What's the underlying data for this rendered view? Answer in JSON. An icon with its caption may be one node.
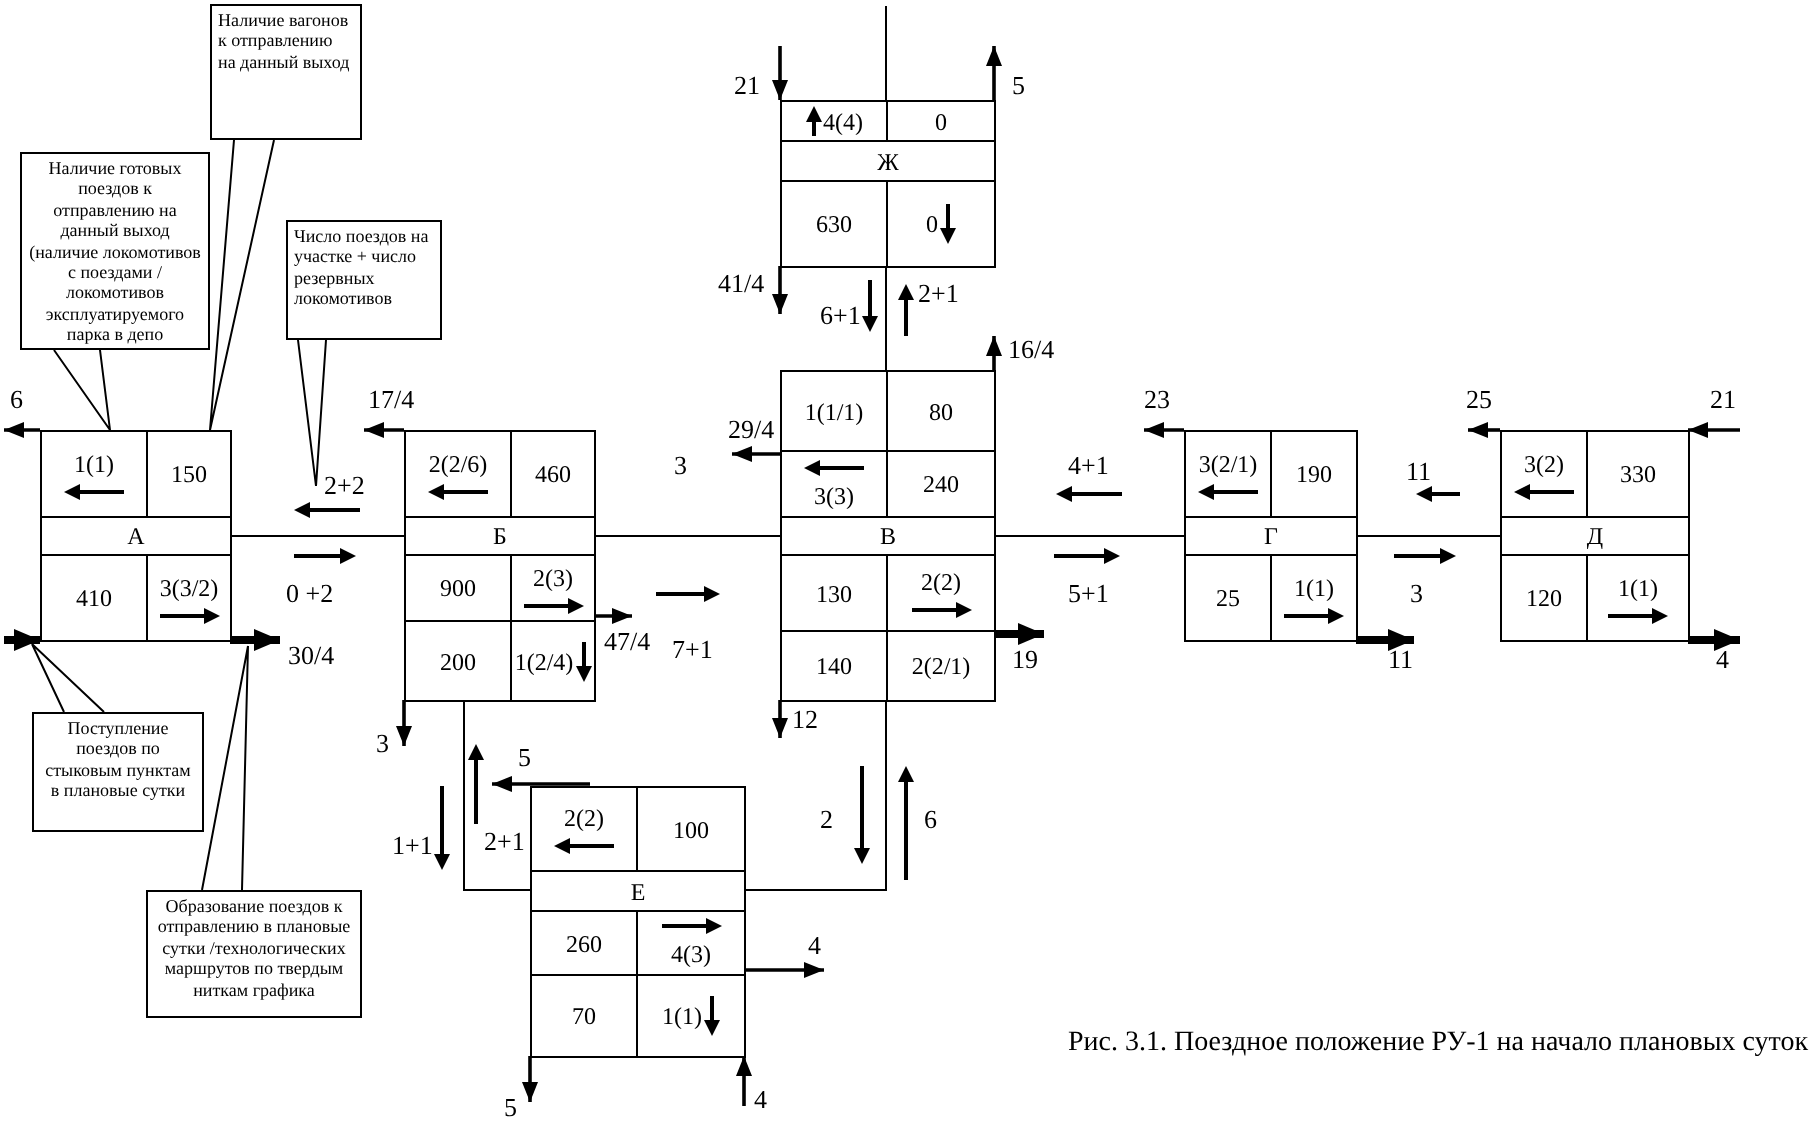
{
  "diagram": {
    "caption": "Рис. 3.1. Поездное положение РУ-1 на начало плановых суток",
    "nodes": [
      {
        "text": [
          "Наличие вагонов к отправлению на данный выход"
        ]
      },
      {
        "text": [
          "Ж"
        ]
      },
      {
        "text": [
          "4(4)"
        ],
        "in": 1
      },
      {
        "text": [
          "0"
        ],
        "in": 1
      },
      {
        "text": [
          "630"
        ],
        "in": 1
      },
      {
        "text": [
          "0"
        ],
        "in": 1
      },
      {
        "text": [
          "Наличие готовых поездов к отправлению на данный выход (наличие локомотивов с поездами / локомотивов эксплуатируемого парка в депо"
        ]
      },
      {
        "text": [
          "Число поездов на участке + число резервных локомотивов"
        ]
      },
      {
        "text": [
          "А"
        ]
      },
      {
        "text": [
          "1(1)"
        ],
        "in": 8
      },
      {
        "text": [
          "150"
        ],
        "in": 8
      },
      {
        "text": [
          "410"
        ],
        "in": 8
      },
      {
        "text": [
          "3(3/2)"
        ],
        "in": 8
      },
      {
        "text": [
          "Б"
        ]
      },
      {
        "text": [
          "2(2/6)"
        ],
        "in": 13
      },
      {
        "text": [
          "460"
        ],
        "in": 13
      },
      {
        "text": [
          "900"
        ],
        "in": 13
      },
      {
        "text": [
          "2(3)"
        ],
        "in": 13
      },
      {
        "text": [
          "200"
        ],
        "in": 13
      },
      {
        "text": [
          "1(2/4)"
        ],
        "in": 13
      },
      {
        "text": [
          "В"
        ]
      },
      {
        "text": [
          "1(1/1)"
        ],
        "in": 20
      },
      {
        "text": [
          "80"
        ],
        "in": 20
      },
      {
        "text": [
          "3(3)"
        ],
        "in": 20
      },
      {
        "text": [
          "240"
        ],
        "in": 20
      },
      {
        "text": [
          "130"
        ],
        "in": 20
      },
      {
        "text": [
          "2(2)"
        ],
        "in": 20
      },
      {
        "text": [
          "140"
        ],
        "in": 20
      },
      {
        "text": [
          "2(2/1)"
        ],
        "in": 20
      },
      {
        "text": [
          "Г"
        ]
      },
      {
        "text": [
          "3(2/1)"
        ],
        "in": 29
      },
      {
        "text": [
          "190"
        ],
        "in": 29
      },
      {
        "text": [
          "25"
        ],
        "in": 29
      },
      {
        "text": [
          "1(1)"
        ],
        "in": 29
      },
      {
        "text": [
          "Д"
        ]
      },
      {
        "text": [
          "3(2)"
        ],
        "in": 34
      },
      {
        "text": [
          "330"
        ],
        "in": 34
      },
      {
        "text": [
          "120"
        ],
        "in": 34
      },
      {
        "text": [
          "1(1)"
        ],
        "in": 34
      },
      {
        "text": [
          "Поступление поездов по стыковым пунктам в плановые сутки"
        ]
      },
      {
        "text": [
          "Е"
        ]
      },
      {
        "text": [
          "2(2)"
        ],
        "in": 40
      },
      {
        "text": [
          "100"
        ],
        "in": 40
      },
      {
        "text": [
          "260"
        ],
        "in": 40
      },
      {
        "text": [
          "4(3)"
        ],
        "in": 40
      },
      {
        "text": [
          "70"
        ],
        "in": 40
      },
      {
        "text": [
          "1(1)"
        ],
        "in": 40
      },
      {
        "text": [
          "Образование поездов к отправлению в плановые сутки /технологических маршрутов по твердым ниткам графика"
        ]
      }
    ],
    "edges": [
      {
        "from": 8,
        "to": 13,
        "arrow": "none"
      },
      {
        "from": 13,
        "to": 20,
        "arrow": "none"
      },
      {
        "from": 20,
        "to": 29,
        "arrow": "none"
      },
      {
        "from": 29,
        "to": 34,
        "arrow": "none"
      },
      {
        "from": 1,
        "to": 20,
        "arrow": "none"
      },
      {
        "from": 1,
        "to": null,
        "arrow": "none"
      },
      {
        "from": 13,
        "to": 40,
        "arrow": "none"
      },
      {
        "from": 20,
        "to": 40,
        "arrow": "none"
      },
      {
        "from": 9,
        "to": null,
        "arrow": "to",
        "label": "6"
      },
      {
        "from": null,
        "to": 11,
        "arrow": "to",
        "style": "thick"
      },
      {
        "from": 12,
        "to": null,
        "arrow": "to",
        "label": "30/4",
        "style": "thick"
      },
      {
        "from": 14,
        "to": null,
        "arrow": "to",
        "label": "17/4"
      },
      {
        "from": 17,
        "to": null,
        "arrow": "to",
        "label": "47/4"
      },
      {
        "from": 18,
        "to": null,
        "arrow": "to",
        "label": "3"
      },
      {
        "from": 23,
        "to": null,
        "arrow": "to",
        "label": "29/4"
      },
      {
        "from": 22,
        "to": null,
        "arrow": "to",
        "label": "16/4"
      },
      {
        "from": 28,
        "to": null,
        "arrow": "to",
        "label": "19",
        "style": "thick"
      },
      {
        "from": 27,
        "to": null,
        "arrow": "to",
        "label": "12"
      },
      {
        "from": null,
        "to": 2,
        "arrow": "to",
        "label": "21"
      },
      {
        "from": 3,
        "to": null,
        "arrow": "to",
        "label": "5"
      },
      {
        "from": 4,
        "to": null,
        "arrow": "to",
        "label": "41/4"
      },
      {
        "from": 30,
        "to": null,
        "arrow": "to",
        "label": "23"
      },
      {
        "from": 33,
        "to": null,
        "arrow": "to",
        "label": "11",
        "style": "thick"
      },
      {
        "from": 35,
        "to": null,
        "arrow": "to",
        "label": "25"
      },
      {
        "from": null,
        "to": 36,
        "arrow": "to",
        "label": "21"
      },
      {
        "from": 38,
        "to": null,
        "arrow": "to",
        "label": "4",
        "style": "thick"
      },
      {
        "from": 41,
        "to": null,
        "arrow": "to",
        "label": "5"
      },
      {
        "from": 44,
        "to": null,
        "arrow": "to",
        "label": "4"
      },
      {
        "from": 45,
        "to": null,
        "arrow": "to",
        "label": "5"
      },
      {
        "from": null,
        "to": 46,
        "arrow": "to",
        "label": "4"
      },
      {
        "from": 0,
        "to": 10,
        "arrow": "none"
      },
      {
        "from": 6,
        "to": 9,
        "arrow": "none"
      },
      {
        "from": 7,
        "to": null,
        "arrow": "none"
      },
      {
        "from": 39,
        "to": null,
        "arrow": "none"
      },
      {
        "from": 47,
        "to": null,
        "arrow": "none"
      }
    ],
    "labels": [
      "6+1",
      "2+1",
      "2+2",
      "3",
      "4+1",
      "11",
      "0 +2",
      "7+1",
      "5+1",
      "3",
      "1+1",
      "2+1",
      "2",
      "6"
    ]
  }
}
